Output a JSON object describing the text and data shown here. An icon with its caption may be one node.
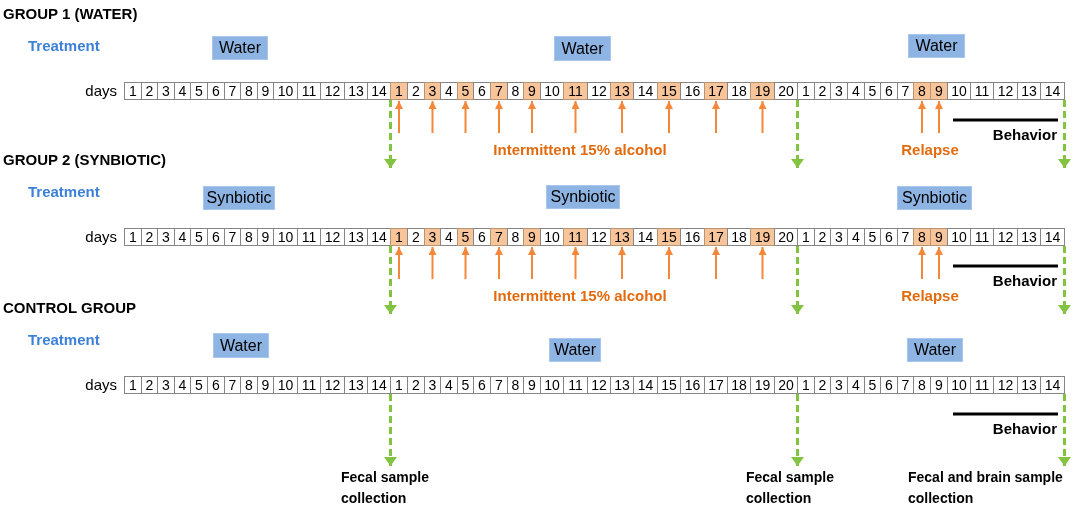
{
  "diagram": {
    "nodes": [
      {
        "text": [
          "Water"
        ]
      },
      {
        "text": [
          "Water"
        ]
      },
      {
        "text": [
          "Water"
        ]
      },
      {
        "text": [
          "1"
        ]
      },
      {
        "text": [
          "2"
        ]
      },
      {
        "text": [
          "3"
        ]
      },
      {
        "text": [
          "4"
        ]
      },
      {
        "text": [
          "5"
        ]
      },
      {
        "text": [
          "6"
        ]
      },
      {
        "text": [
          "7"
        ]
      },
      {
        "text": [
          "8"
        ]
      },
      {
        "text": [
          "9"
        ]
      },
      {
        "text": [
          "10"
        ]
      },
      {
        "text": [
          "11"
        ]
      },
      {
        "text": [
          "12"
        ]
      },
      {
        "text": [
          "13"
        ]
      },
      {
        "text": [
          "14"
        ]
      },
      {
        "text": [
          "1"
        ]
      },
      {
        "text": [
          "2"
        ]
      },
      {
        "text": [
          "3"
        ]
      },
      {
        "text": [
          "4"
        ]
      },
      {
        "text": [
          "5"
        ]
      },
      {
        "text": [
          "6"
        ]
      },
      {
        "text": [
          "7"
        ]
      },
      {
        "text": [
          "8"
        ]
      },
      {
        "text": [
          "9"
        ]
      },
      {
        "text": [
          "10"
        ]
      },
      {
        "text": [
          "11"
        ]
      },
      {
        "text": [
          "12"
        ]
      },
      {
        "text": [
          "13"
        ]
      },
      {
        "text": [
          "14"
        ]
      },
      {
        "text": [
          "15"
        ]
      },
      {
        "text": [
          "16"
        ]
      },
      {
        "text": [
          "17"
        ]
      },
      {
        "text": [
          "18"
        ]
      },
      {
        "text": [
          "19"
        ]
      },
      {
        "text": [
          "20"
        ]
      },
      {
        "text": [
          "1"
        ]
      },
      {
        "text": [
          "2"
        ]
      },
      {
        "text": [
          "3"
        ]
      },
      {
        "text": [
          "4"
        ]
      },
      {
        "text": [
          "5"
        ]
      },
      {
        "text": [
          "6"
        ]
      },
      {
        "text": [
          "7"
        ]
      },
      {
        "text": [
          "8"
        ]
      },
      {
        "text": [
          "9"
        ]
      },
      {
        "text": [
          "10"
        ]
      },
      {
        "text": [
          "11"
        ]
      },
      {
        "text": [
          "12"
        ]
      },
      {
        "text": [
          "13"
        ]
      },
      {
        "text": [
          "14"
        ]
      },
      {
        "text": [
          "Synbiotic"
        ]
      },
      {
        "text": [
          "Synbiotic"
        ]
      },
      {
        "text": [
          "Synbiotic"
        ]
      },
      {
        "text": [
          "1"
        ]
      },
      {
        "text": [
          "2"
        ]
      },
      {
        "text": [
          "3"
        ]
      },
      {
        "text": [
          "4"
        ]
      },
      {
        "text": [
          "5"
        ]
      },
      {
        "text": [
          "6"
        ]
      },
      {
        "text": [
          "7"
        ]
      },
      {
        "text": [
          "8"
        ]
      },
      {
        "text": [
          "9"
        ]
      },
      {
        "text": [
          "10"
        ]
      },
      {
        "text": [
          "11"
        ]
      },
      {
        "text": [
          "12"
        ]
      },
      {
        "text": [
          "13"
        ]
      },
      {
        "text": [
          "14"
        ]
      },
      {
        "text": [
          "1"
        ]
      },
      {
        "text": [
          "2"
        ]
      },
      {
        "text": [
          "3"
        ]
      },
      {
        "text": [
          "4"
        ]
      },
      {
        "text": [
          "5"
        ]
      },
      {
        "text": [
          "6"
        ]
      },
      {
        "text": [
          "7"
        ]
      },
      {
        "text": [
          "8"
        ]
      },
      {
        "text": [
          "9"
        ]
      },
      {
        "text": [
          "10"
        ]
      },
      {
        "text": [
          "11"
        ]
      },
      {
        "text": [
          "12"
        ]
      },
      {
        "text": [
          "13"
        ]
      },
      {
        "text": [
          "14"
        ]
      },
      {
        "text": [
          "15"
        ]
      },
      {
        "text": [
          "16"
        ]
      },
      {
        "text": [
          "17"
        ]
      },
      {
        "text": [
          "18"
        ]
      },
      {
        "text": [
          "19"
        ]
      },
      {
        "text": [
          "20"
        ]
      },
      {
        "text": [
          "1"
        ]
      },
      {
        "text": [
          "2"
        ]
      },
      {
        "text": [
          "3"
        ]
      },
      {
        "text": [
          "4"
        ]
      },
      {
        "text": [
          "5"
        ]
      },
      {
        "text": [
          "6"
        ]
      },
      {
        "text": [
          "7"
        ]
      },
      {
        "text": [
          "8"
        ]
      },
      {
        "text": [
          "9"
        ]
      },
      {
        "text": [
          "10"
        ]
      },
      {
        "text": [
          "11"
        ]
      },
      {
        "text": [
          "12"
        ]
      },
      {
        "text": [
          "13"
        ]
      },
      {
        "text": [
          "14"
        ]
      },
      {
        "text": [
          "Water"
        ]
      },
      {
        "text": [
          "Water"
        ]
      },
      {
        "text": [
          "Water"
        ]
      },
      {
        "text": [
          "1"
        ]
      },
      {
        "text": [
          "2"
        ]
      },
      {
        "text": [
          "3"
        ]
      },
      {
        "text": [
          "4"
        ]
      },
      {
        "text": [
          "5"
        ]
      },
      {
        "text": [
          "6"
        ]
      },
      {
        "text": [
          "7"
        ]
      },
      {
        "text": [
          "8"
        ]
      },
      {
        "text": [
          "9"
        ]
      },
      {
        "text": [
          "10"
        ]
      },
      {
        "text": [
          "11"
        ]
      },
      {
        "text": [
          "12"
        ]
      },
      {
        "text": [
          "13"
        ]
      },
      {
        "text": [
          "14"
        ]
      },
      {
        "text": [
          "1"
        ]
      },
      {
        "text": [
          "2"
        ]
      },
      {
        "text": [
          "3"
        ]
      },
      {
        "text": [
          "4"
        ]
      },
      {
        "text": [
          "5"
        ]
      },
      {
        "text": [
          "6"
        ]
      },
      {
        "text": [
          "7"
        ]
      },
      {
        "text": [
          "8"
        ]
      },
      {
        "text": [
          "9"
        ]
      },
      {
        "text": [
          "10"
        ]
      },
      {
        "text": [
          "11"
        ]
      },
      {
        "text": [
          "12"
        ]
      },
      {
        "text": [
          "13"
        ]
      },
      {
        "text": [
          "14"
        ]
      },
      {
        "text": [
          "15"
        ]
      },
      {
        "text": [
          "16"
        ]
      },
      {
        "text": [
          "17"
        ]
      },
      {
        "text": [
          "18"
        ]
      },
      {
        "text": [
          "19"
        ]
      },
      {
        "text": [
          "20"
        ]
      },
      {
        "text": [
          "1"
        ]
      },
      {
        "text": [
          "2"
        ]
      },
      {
        "text": [
          "3"
        ]
      },
      {
        "text": [
          "4"
        ]
      },
      {
        "text": [
          "5"
        ]
      },
      {
        "text": [
          "6"
        ]
      },
      {
        "text": [
          "7"
        ]
      },
      {
        "text": [
          "8"
        ]
      },
      {
        "text": [
          "9"
        ]
      },
      {
        "text": [
          "10"
        ]
      },
      {
        "text": [
          "11"
        ]
      },
      {
        "text": [
          "12"
        ]
      },
      {
        "text": [
          "13"
        ]
      },
      {
        "text": [
          "14"
        ]
      },
      {
        "text": [
          "Fecal sample collection"
        ]
      },
      {
        "text": [
          "Fecal sample collection"
        ]
      },
      {
        "text": [
          "Fecal and brain sample collection"
        ]
      }
    ],
    "edges": [
      {
        "from": 16,
        "to": null,
        "arrow": "to",
        "style": "dashed",
        "color": "#82c341"
      },
      {
        "from": null,
        "to": 17,
        "arrow": "to"
      },
      {
        "from": null,
        "to": 19,
        "arrow": "to"
      },
      {
        "from": null,
        "to": 21,
        "arrow": "to"
      },
      {
        "from": null,
        "to": 23,
        "arrow": "to"
      },
      {
        "from": null,
        "to": 25,
        "arrow": "to"
      },
      {
        "from": null,
        "to": 27,
        "arrow": "to"
      },
      {
        "from": null,
        "to": 29,
        "arrow": "to"
      },
      {
        "from": null,
        "to": 31,
        "arrow": "to"
      },
      {
        "from": null,
        "to": 33,
        "arrow": "to"
      },
      {
        "from": null,
        "to": 35,
        "arrow": "to"
      },
      {
        "from": 36,
        "to": null,
        "arrow": "to",
        "style": "dashed",
        "color": "#82c341"
      },
      {
        "from": null,
        "to": 44,
        "arrow": "to"
      },
      {
        "from": null,
        "to": 45,
        "arrow": "to"
      },
      {
        "from": 50,
        "to": null,
        "arrow": "to",
        "style": "dashed",
        "color": "#82c341"
      },
      {
        "from": 67,
        "to": null,
        "arrow": "to",
        "style": "dashed",
        "color": "#82c341"
      },
      {
        "from": null,
        "to": 68,
        "arrow": "to"
      },
      {
        "from": null,
        "to": 70,
        "arrow": "to"
      },
      {
        "from": null,
        "to": 72,
        "arrow": "to"
      },
      {
        "from": null,
        "to": 74,
        "arrow": "to"
      },
      {
        "from": null,
        "to": 76,
        "arrow": "to"
      },
      {
        "from": null,
        "to": 78,
        "arrow": "to"
      },
      {
        "from": null,
        "to": 80,
        "arrow": "to"
      },
      {
        "from": null,
        "to": 82,
        "arrow": "to"
      },
      {
        "from": null,
        "to": 84,
        "arrow": "to"
      },
      {
        "from": null,
        "to": 86,
        "arrow": "to"
      },
      {
        "from": 87,
        "to": null,
        "arrow": "to",
        "style": "dashed",
        "color": "#82c341"
      },
      {
        "from": null,
        "to": 95,
        "arrow": "to"
      },
      {
        "from": null,
        "to": 96,
        "arrow": "to"
      },
      {
        "from": 101,
        "to": null,
        "arrow": "to",
        "style": "dashed",
        "color": "#82c341"
      },
      {
        "from": 118,
        "to": 153,
        "arrow": "to",
        "style": "dashed",
        "color": "#82c341"
      },
      {
        "from": 138,
        "to": 154,
        "arrow": "to",
        "style": "dashed",
        "color": "#82c341"
      },
      {
        "from": 152,
        "to": 155,
        "arrow": "to",
        "style": "dashed",
        "color": "#82c341"
      }
    ],
    "labels": [
      "GROUP 1 (WATER)",
      "Treatment",
      "days",
      "Behavior",
      "Intermittent 15% alcohol",
      "Relapse",
      "GROUP 2 (SYNBIOTIC)",
      "Treatment",
      "days",
      "Behavior",
      "Intermittent 15% alcohol",
      "Relapse",
      "CONTROL GROUP",
      "Treatment",
      "days",
      "Behavior"
    ]
  }
}
